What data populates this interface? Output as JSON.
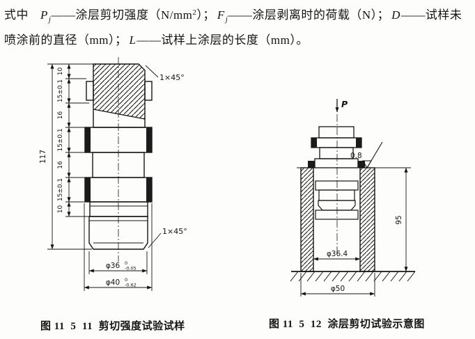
{
  "page": {
    "background": "#fdfdfc",
    "ink": "#141414"
  },
  "legend": {
    "line1": {
      "prefix": "式中",
      "p_var": "P",
      "p_sub": "j",
      "seg1": "——涂层剪切强度（N/mm",
      "sup2": "2",
      "seg2": "）；",
      "f_var": "F",
      "f_sub": "j",
      "seg3": "——涂层剥离时的荷载（N）；",
      "d_var": "D",
      "seg4": "——试样未"
    },
    "line2": {
      "seg1": "喷涂前的直径（mm）；",
      "l_var": "L",
      "seg2": "——试样上涂层的长度（mm）。"
    }
  },
  "figure_left": {
    "caption": "图 11  5  11  剪切强度试验试样",
    "dims": {
      "overall": "117",
      "chain": [
        "10",
        "15±0.1",
        "16",
        "15±0.1",
        "16",
        "15±0.1",
        "10"
      ],
      "chamfer_top": "1×45°",
      "chamfer_bottom": "1×45°",
      "dia36_main": "φ36",
      "dia36_sup": "0",
      "dia36_sub": "-0.05",
      "dia40_main": "φ40",
      "dia40_sup": "0",
      "dia40_sub": "-0.62"
    }
  },
  "figure_right": {
    "caption": "图 11  5  12  涂层剪切试验示意图",
    "dims": {
      "load": "P",
      "roughness": "0.8",
      "depth": "95",
      "dia_inner": "φ36.4",
      "dia_outer": "φ50"
    }
  }
}
